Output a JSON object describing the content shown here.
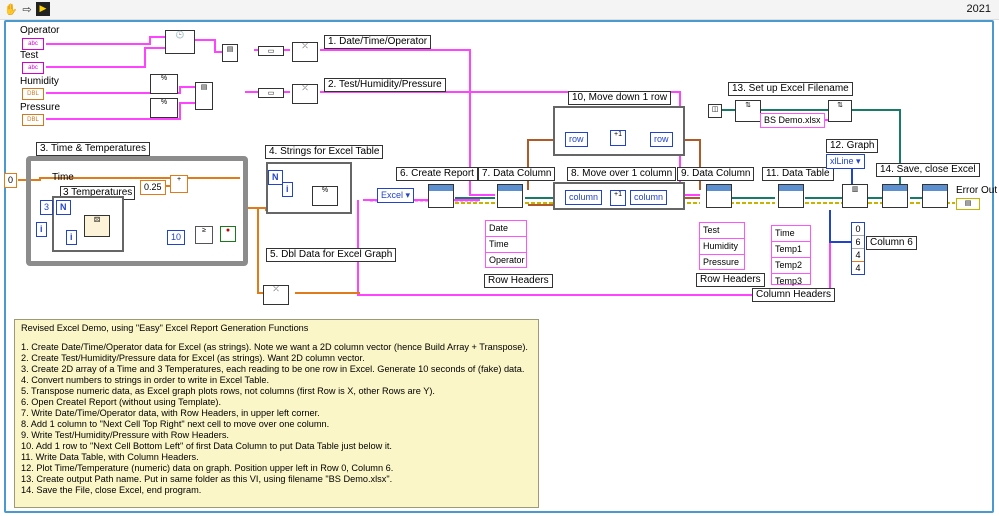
{
  "toolbar": {
    "version": "2021"
  },
  "controls": {
    "operator": "Operator",
    "test": "Test",
    "humidity": "Humidity",
    "pressure": "Pressure",
    "abc": "abc",
    "dbl": "DBL"
  },
  "steps": {
    "s1": "1.  Date/Time/Operator",
    "s2": "2.  Test/Humidity/Pressure",
    "s3": "3.  Time & Temperatures",
    "s4": "4. Strings for Excel Table",
    "s5": "5.  Dbl Data for Excel Graph",
    "s6": "6.  Create Report",
    "s7": "7.  Data Column",
    "s8": "8.  Move over 1 column",
    "s9": "9.  Data Column",
    "s10": "10,  Move down 1 row",
    "s11": "11. Data Table",
    "s12": "12. Graph",
    "s13": "13. Set up Excel Filename",
    "s14": "14. Save, close Excel"
  },
  "loop": {
    "time_label": "Time",
    "temps_label": "3 Temperatures",
    "iterations": "0",
    "n": "N",
    "i": "i",
    "count3": "3",
    "delay": "0.25",
    "count10": "10"
  },
  "constants": {
    "excel_enum": "Excel",
    "row": "row",
    "column": "column",
    "filename": "BS Demo.xlsx",
    "xlline": "xlLine",
    "row_headers_1": [
      "Date",
      "Time",
      "Operator"
    ],
    "row_headers_2": [
      "Test",
      "Humidity",
      "Pressure"
    ],
    "column_headers": [
      "Time",
      "Temp1",
      "Temp2",
      "Temp3"
    ],
    "graph_pos": [
      "0",
      "6",
      "4",
      "4"
    ],
    "row_headers_label": "Row Headers",
    "column_headers_label": "Column Headers",
    "column6_label": "Column 6",
    "error_out": "Error Out"
  },
  "comment": {
    "title": "Revised Excel Demo, using \"Easy\" Excel Report Generation Functions",
    "lines": [
      "1.  Create Date/Time/Operator data for Excel (as strings).  Note we want a 2D column vector (hence Build Array + Transpose).",
      "2.  Create Test/Humidity/Pressure data for Excel (as strings).  Want 2D column vector.",
      "3.  Create 2D array of a Time and 3 Temperatures, each reading to be one row in Excel.  Generate 10 seconds of (fake) data.",
      "4.  Convert numbers to strings in order to write in Excel Table.",
      "5.  Transpose numeric data, as Excel graph plots rows, not columns (first Row is X, other Rows are Y).",
      "6.  Open CreateI Report (without using Template).",
      "7.  Write Date/Time/Operator data, with Row Headers, in upper left corner.",
      "8.  Add 1 column to \"Next Cell Top Right\" next cell to move over one column.",
      "9.  Write Test/Humidity/Pressure with Row Headers.",
      "10.  Add 1 row to \"Next Cell Bottom Left\" of first Data Column to put Data Table just below it.",
      "11.  Write Data Table, with Column Headers.",
      "12.  Plot Time/Temperature (numeric) data on graph.  Position upper left in Row 0, Column 6.",
      "13.  Create output Path name.  Put in same folder as this VI, using filename \"BS Demo.xlsx\".",
      "14.  Save the File, close Excel, end program."
    ]
  },
  "colors": {
    "string_wire": "#ff44ff",
    "error_wire": "#c8b400",
    "refnum_wire": "#1a7a6a",
    "numeric_wire": "#e07a1a",
    "int_wire": "#2244cc"
  }
}
